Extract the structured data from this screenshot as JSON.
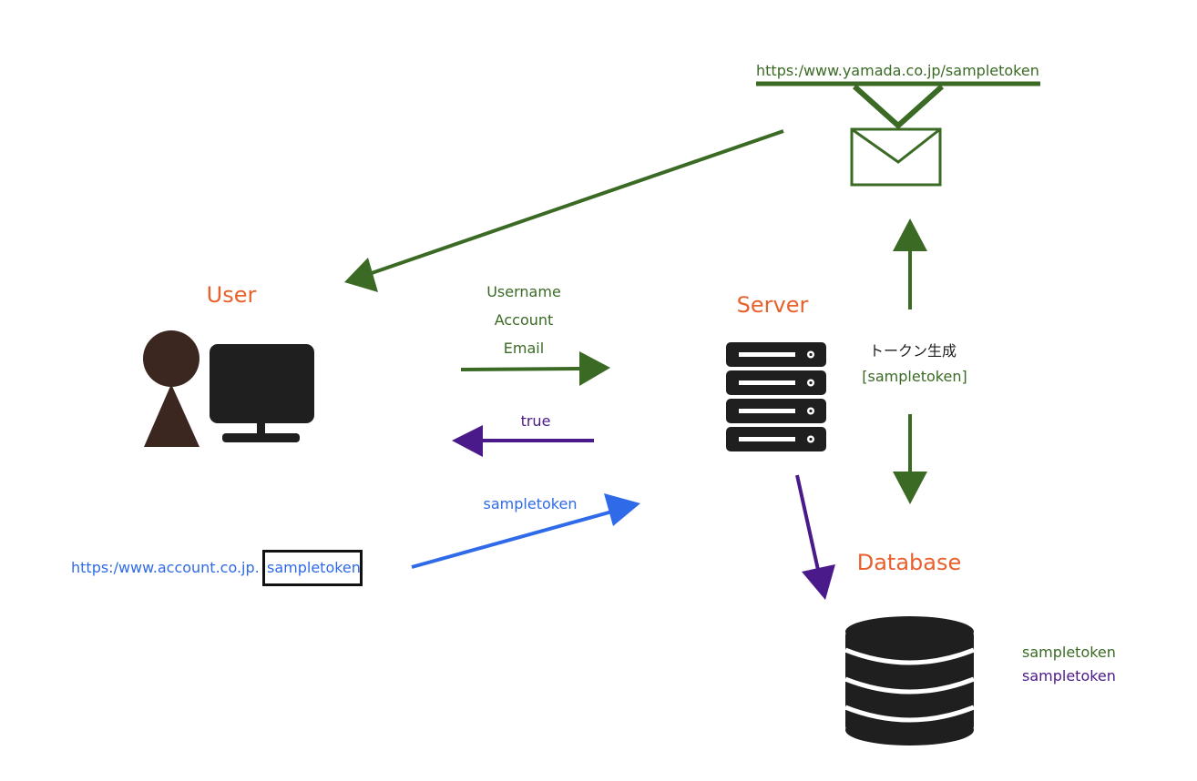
{
  "nodes": {
    "user": {
      "label": "User"
    },
    "server": {
      "label": "Server"
    },
    "database": {
      "label": "Database"
    }
  },
  "email": {
    "url": "https:/www.yamada.co.jp/sampletoken"
  },
  "request": {
    "fields": [
      "Username",
      "Account",
      "Email"
    ]
  },
  "response": {
    "label": "true"
  },
  "token_submit": {
    "label": "sampletoken"
  },
  "user_link": {
    "prefix": "https:/www.account.co.jp.",
    "token": "sampletoken"
  },
  "token_generation": {
    "label": "トークン生成",
    "token": "[sampletoken]"
  },
  "database_entries": [
    "sampletoken",
    "sampletoken"
  ],
  "colors": {
    "green": "#3a6a24",
    "purple": "#4a1a8a",
    "blue": "#2f6ae8",
    "orange": "#e8612c",
    "dark": "#1f1f1f",
    "brown": "#3b2620"
  }
}
